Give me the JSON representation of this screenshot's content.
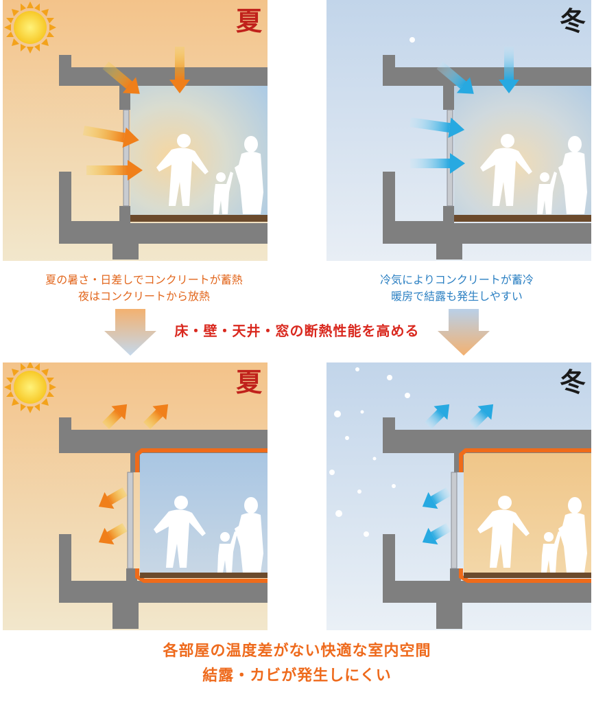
{
  "panels": {
    "top_summer": {
      "season": "夏"
    },
    "top_winter": {
      "season": "冬"
    },
    "bottom_summer": {
      "season": "夏"
    },
    "bottom_winter": {
      "season": "冬"
    }
  },
  "captions": {
    "summer": [
      "夏の暑さ・日差しでコンクリートが蓄熱",
      "夜はコンクリートから放熱"
    ],
    "winter": [
      "冷気によりコンクリートが蓄冷",
      "暖房で結露も発生しやすい"
    ]
  },
  "center_message": "床・壁・天井・窓の断熱性能を高める",
  "bottom_message": [
    "各部屋の温度差がない快適な室内空間",
    "結露・カビが発生しにくい"
  ],
  "colors": {
    "summer_text": "#e2661c",
    "winter_text": "#2a7fc2",
    "center_text": "#d9281e",
    "insulation": "#ef6b1a",
    "concrete": "#7f7f7f",
    "floor": "#6b4a2c",
    "warm_arrow": "#f07f1a",
    "cold_arrow": "#27a9e1"
  }
}
